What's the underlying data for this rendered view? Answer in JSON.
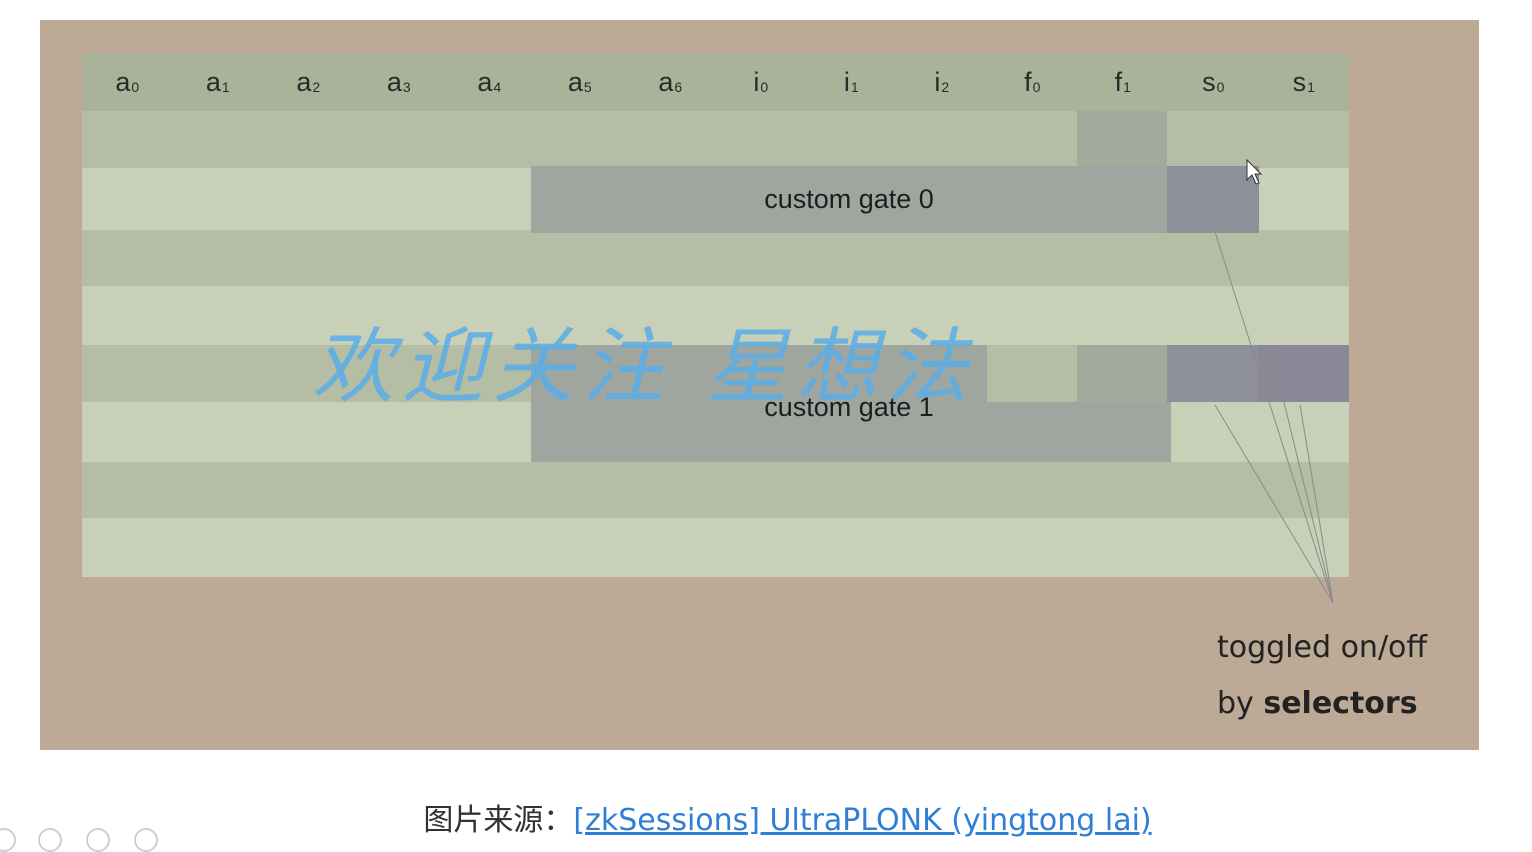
{
  "columns": [
    {
      "base": "a",
      "sub": "0"
    },
    {
      "base": "a",
      "sub": "1"
    },
    {
      "base": "a",
      "sub": "2"
    },
    {
      "base": "a",
      "sub": "3"
    },
    {
      "base": "a",
      "sub": "4"
    },
    {
      "base": "a",
      "sub": "5"
    },
    {
      "base": "a",
      "sub": "6"
    },
    {
      "base": "i",
      "sub": "0"
    },
    {
      "base": "i",
      "sub": "1"
    },
    {
      "base": "i",
      "sub": "2"
    },
    {
      "base": "f",
      "sub": "0"
    },
    {
      "base": "f",
      "sub": "1"
    },
    {
      "base": "s",
      "sub": "0"
    },
    {
      "base": "s",
      "sub": "1"
    }
  ],
  "gates": {
    "gate0_label": "custom gate 0",
    "gate1_label": "custom gate 1"
  },
  "callout": {
    "line1": "toggled on/off",
    "line2_prefix": "by ",
    "line2_bold": "selectors"
  },
  "watermark": "欢迎关注 星想法",
  "caption": {
    "prefix": "图片来源：",
    "link": "[zkSessions] UltraPLONK (yingtong lai)"
  },
  "colors": {
    "slide_bg": "#bca996",
    "row_dark": "#b3bba2",
    "row_light": "#c8d1b7",
    "header_bg": "#aab29a",
    "gate_block": "#9da49f",
    "selector_block": "#8c8d96"
  }
}
